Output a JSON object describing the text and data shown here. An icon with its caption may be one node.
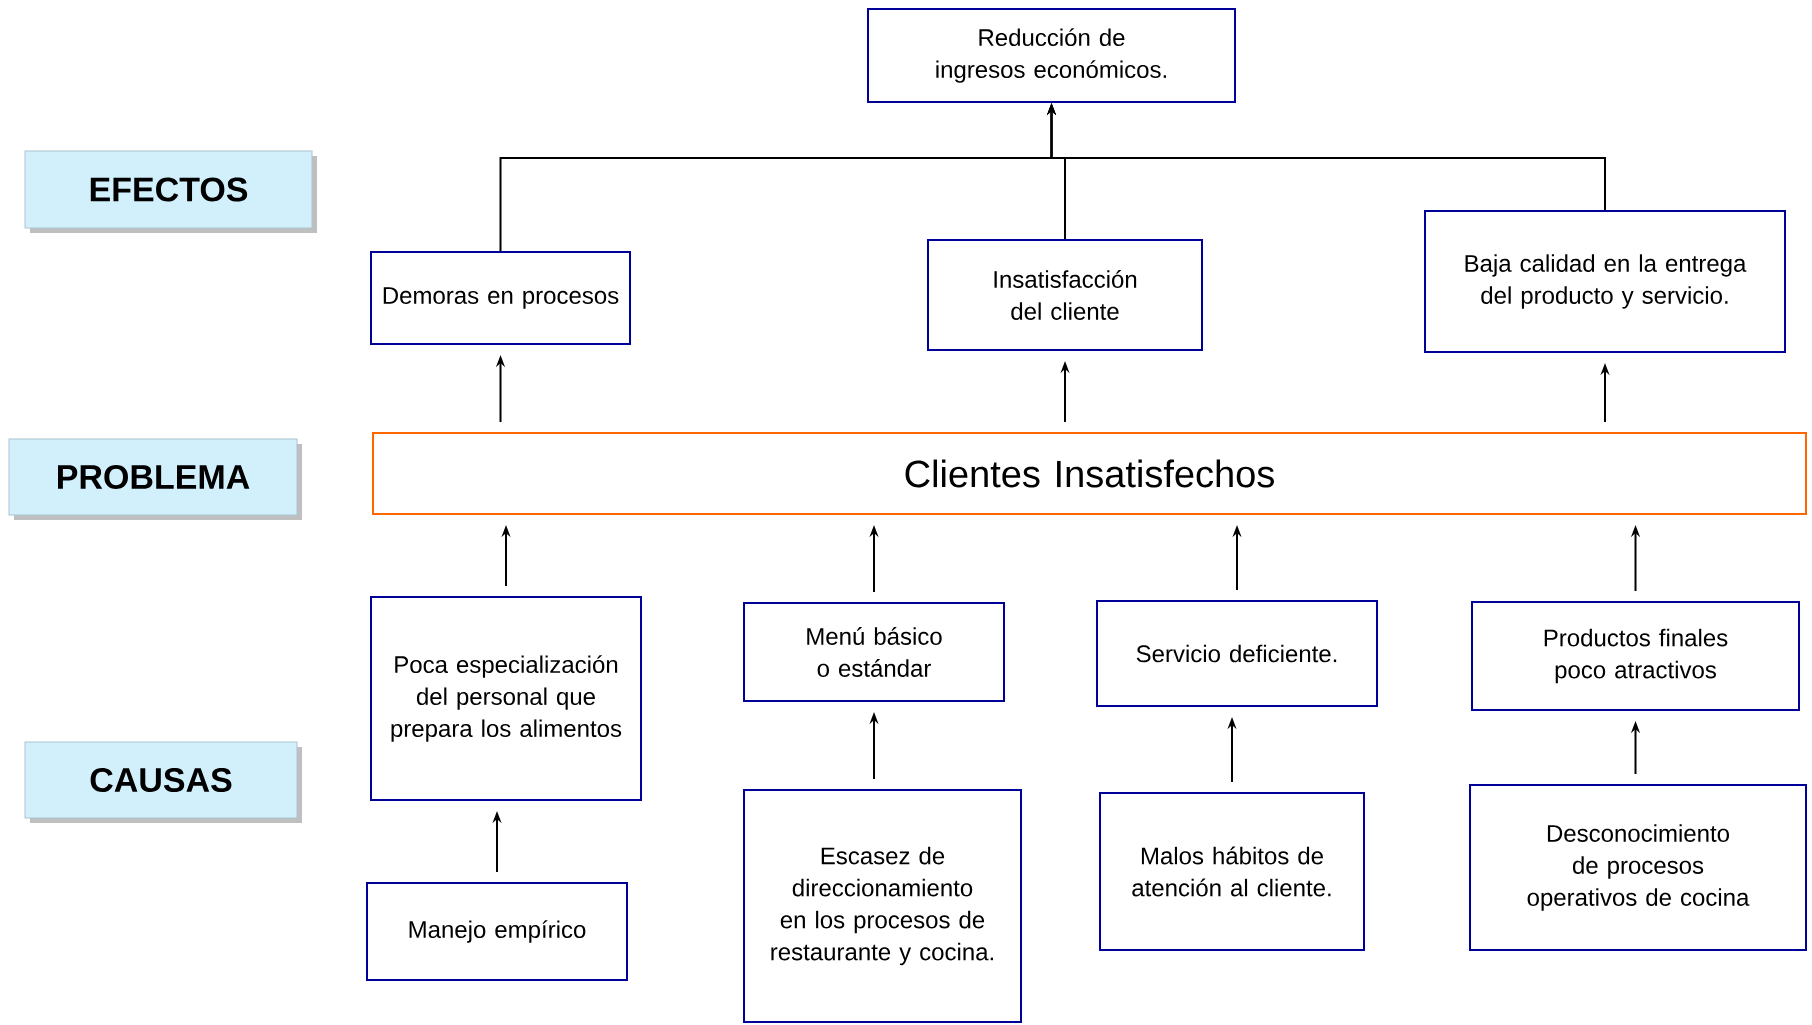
{
  "diagram": {
    "nodes": [
      {
        "text": [
          "EFECTOS"
        ]
      },
      {
        "text": [
          "PROBLEMA"
        ]
      },
      {
        "text": [
          "CAUSAS"
        ]
      },
      {
        "text": [
          "Reducción de ingresos económicos."
        ]
      },
      {
        "text": [
          "Demoras en procesos"
        ]
      },
      {
        "text": [
          "Insatisfacción del cliente"
        ]
      },
      {
        "text": [
          "Baja calidad en la entrega del producto y servicio."
        ]
      },
      {
        "text": [
          "Clientes Insatisfechos"
        ]
      },
      {
        "text": [
          "Poca especialización del personal que prepara los alimentos"
        ]
      },
      {
        "text": [
          "Menú básico o estándar"
        ]
      },
      {
        "text": [
          "Servicio deficiente."
        ]
      },
      {
        "text": [
          "Productos finales poco atractivos"
        ]
      },
      {
        "text": [
          "Manejo empírico"
        ]
      },
      {
        "text": [
          "Escasez de direccionamiento en los procesos de restaurante y cocina."
        ]
      },
      {
        "text": [
          "Malos hábitos de atención al cliente."
        ]
      },
      {
        "text": [
          "Desconocimiento de procesos operativos de cocina"
        ]
      }
    ],
    "edges": [
      {
        "from": 4,
        "to": 3,
        "arrow": "to"
      },
      {
        "from": 5,
        "to": 3,
        "arrow": "to"
      },
      {
        "from": 6,
        "to": 3,
        "arrow": "to"
      },
      {
        "from": 7,
        "to": 4,
        "arrow": "to"
      },
      {
        "from": 7,
        "to": 5,
        "arrow": "to"
      },
      {
        "from": 7,
        "to": 6,
        "arrow": "to"
      },
      {
        "from": 8,
        "to": 7,
        "arrow": "to"
      },
      {
        "from": 9,
        "to": 7,
        "arrow": "to"
      },
      {
        "from": 10,
        "to": 7,
        "arrow": "to"
      },
      {
        "from": 11,
        "to": 7,
        "arrow": "to"
      },
      {
        "from": 12,
        "to": 8,
        "arrow": "to"
      },
      {
        "from": 13,
        "to": 9,
        "arrow": "to"
      },
      {
        "from": 14,
        "to": 10,
        "arrow": "to"
      },
      {
        "from": 15,
        "to": 11,
        "arrow": "to"
      }
    ]
  }
}
